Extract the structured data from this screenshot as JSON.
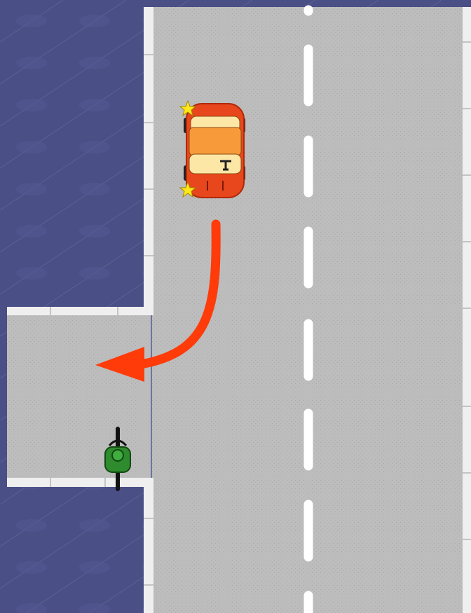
{
  "scene": {
    "background_color": "#4a4f86",
    "road_color": "#bdbdbd",
    "curb_color": "#efefef",
    "lane_marking_color": "#ffffff",
    "arrow_color": "#ff3b0a"
  },
  "vehicles": {
    "car": {
      "body_color": "#e8461c",
      "roof_color": "#f79a3a",
      "lights": "star-icon",
      "direction": "down"
    },
    "motorcycle": {
      "rider_color": "#2e8b2e",
      "direction": "up"
    }
  },
  "maneuver": {
    "type": "right-turn-into-side-street",
    "icon": "curved-arrow-icon"
  }
}
